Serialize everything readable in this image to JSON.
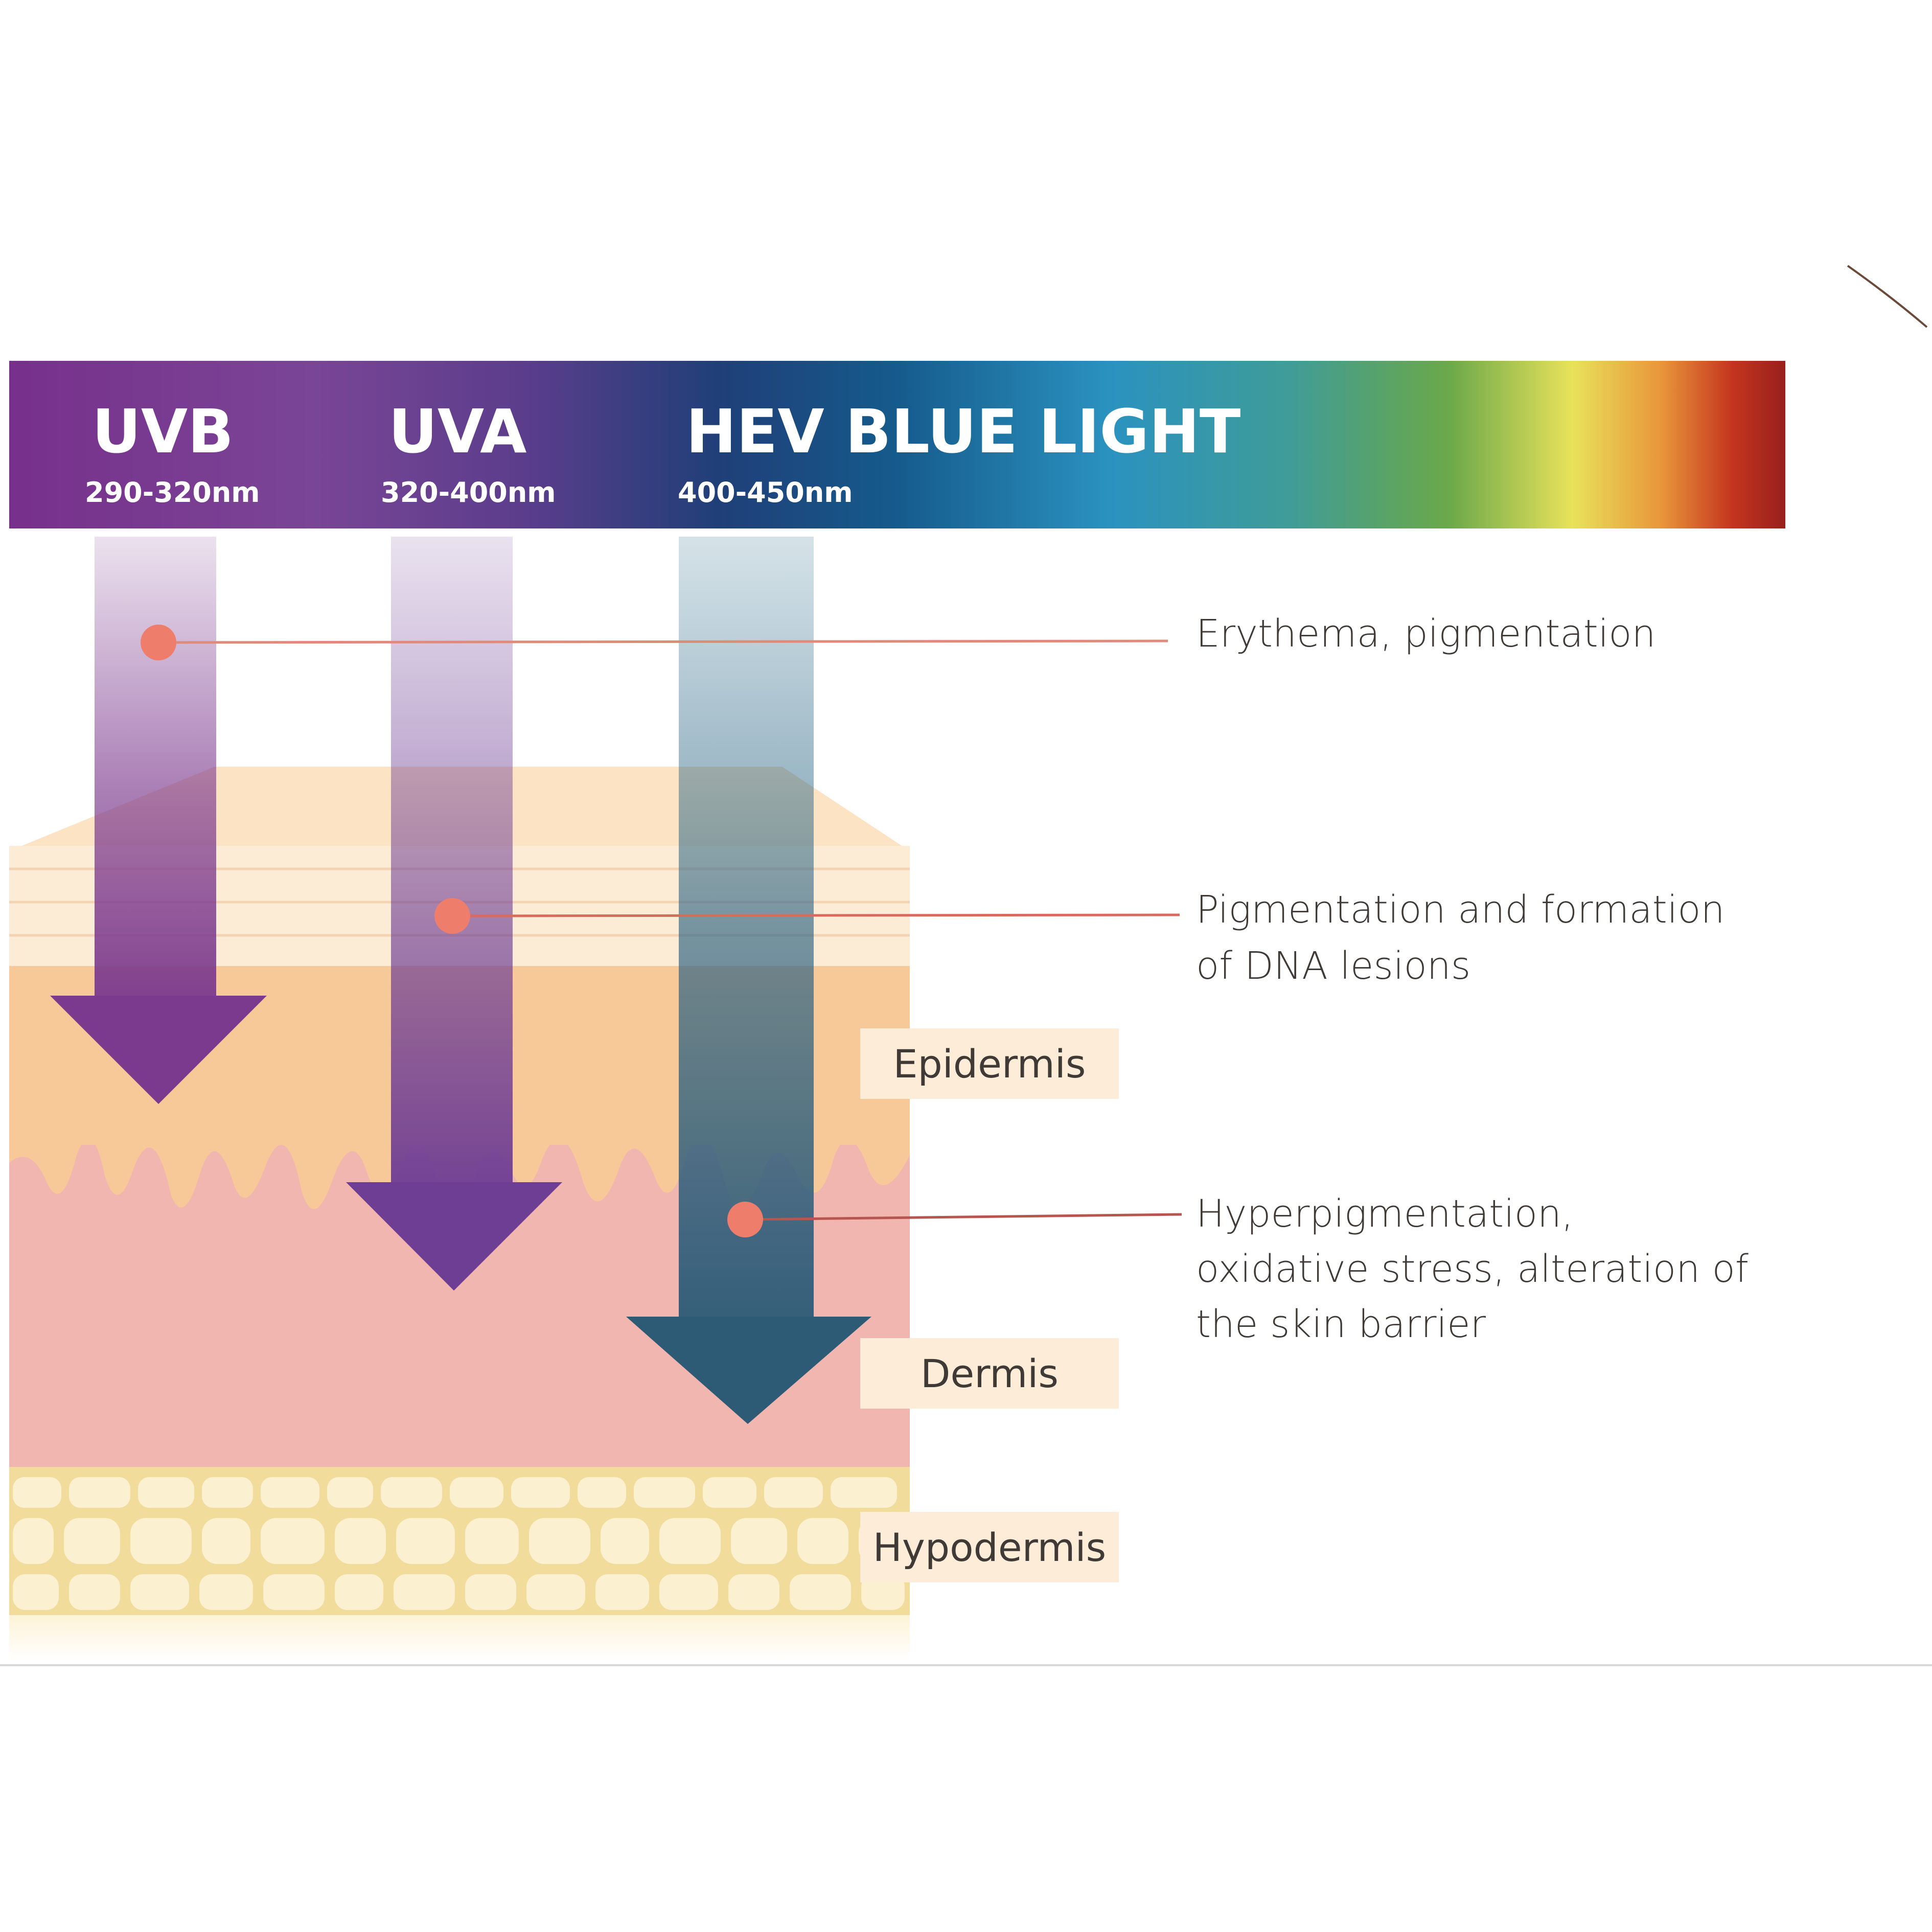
{
  "spectrum": {
    "bands": [
      {
        "name": "UVB",
        "range": "290-320nm"
      },
      {
        "name": "UVA",
        "range": "320-400nm"
      },
      {
        "name": "HEV BLUE LIGHT",
        "range": "400-450nm"
      }
    ]
  },
  "effects": [
    {
      "lines": [
        "Erythema, pigmentation"
      ]
    },
    {
      "lines": [
        "Pigmentation and formation",
        "of DNA lesions"
      ]
    },
    {
      "lines": [
        "Hyperpigmentation,",
        "oxidative stress, alteration of",
        "the skin barrier"
      ]
    }
  ],
  "layers": [
    "Epidermis",
    "Dermis",
    "Hypodermis"
  ],
  "colors": {
    "uvb": "#7c3a8e",
    "uva": "#6e3d94",
    "hev": "#2f5f78",
    "marker": "#ee7d6c",
    "epidermis": "#f7c898",
    "dermis": "#f1b6b0",
    "hypodermis": "#f1dc9c"
  }
}
